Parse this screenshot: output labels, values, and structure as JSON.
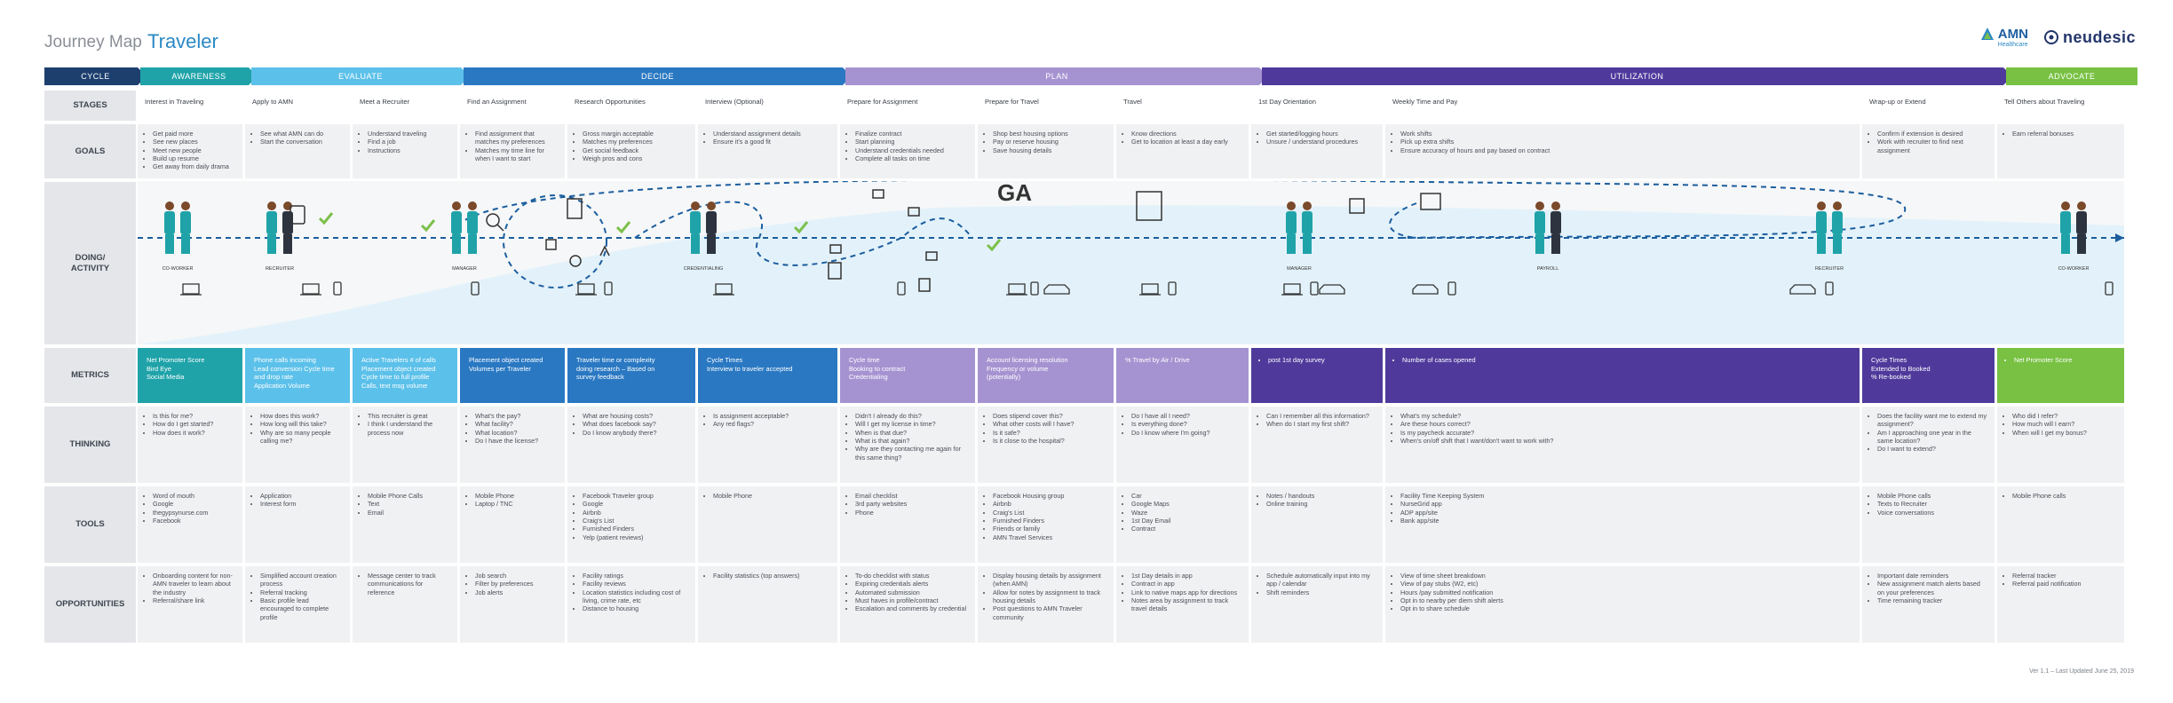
{
  "header": {
    "subtitle": "Journey Map",
    "title": "Traveler",
    "logo_amn": "AMN",
    "logo_amn_sub": "Healthcare",
    "logo_neudesic": "neudesic"
  },
  "stage_bar": {
    "cycle_label": "CYCLE",
    "segments": [
      {
        "label": "AWARENESS",
        "color": "#1fa3a9"
      },
      {
        "label": "EVALUATE",
        "color": "#5cc1ea"
      },
      {
        "label": "DECIDE",
        "color": "#2a78c2"
      },
      {
        "label": "PLAN",
        "color": "#a593d1"
      },
      {
        "label": "UTILIZATION",
        "color": "#4f3a9c"
      },
      {
        "label": "ADVOCATE",
        "color": "#78c143"
      }
    ]
  },
  "row_labels": {
    "stages": "STAGES",
    "goals": "GOALS",
    "doing": "DOING/\nACTIVITY",
    "metrics": "METRICS",
    "thinking": "THINKING",
    "tools": "TOOLS",
    "opportunities": "OPPORTUNITIES"
  },
  "columns": [
    {
      "stage": "Interest in Traveling",
      "goals": [
        "Get paid more",
        "See new places",
        "Meet new people",
        "Build up resume",
        "Get away from daily drama"
      ],
      "metrics": [
        "Net Promoter Score",
        "Bird Eye",
        "Social Media"
      ],
      "thinking": [
        "Is this for me?",
        "How do I get started?",
        "How does it work?"
      ],
      "tools": [
        "Word of mouth",
        "Google",
        "thegypsynurse.com",
        "Facebook"
      ],
      "opportunities": [
        "Onboarding content for non-AMN traveler to learn about the industry",
        "Referral/share link"
      ]
    },
    {
      "stage": "Apply to AMN",
      "goals": [
        "See what AMN can do",
        "Start the conversation"
      ],
      "metrics": [
        "Phone calls incoming",
        "Lead conversion Cycle time",
        "and drop rate",
        "Application Volume"
      ],
      "thinking": [
        "How does this work?",
        "How long will this take?",
        "Why are so many people calling me?"
      ],
      "tools": [
        "Application",
        "Interest form"
      ],
      "opportunities": [
        "Simplified account creation process",
        "Referral tracking",
        "Basic profile lead encouraged to complete profile"
      ]
    },
    {
      "stage": "Meet a Recruiter",
      "goals": [
        "Understand traveling",
        "Find a job",
        "Instructions"
      ],
      "metrics": [
        "Active Travelers # of calls",
        "Placement object created",
        "Cycle time to full profile",
        "Calls, text msg volume"
      ],
      "thinking": [
        "This recruiter is great",
        "I think I understand the process now"
      ],
      "tools": [
        "Mobile Phone Calls",
        "Text",
        "Email"
      ],
      "opportunities": [
        "Message center to track communications for reference"
      ]
    },
    {
      "stage": "Find an Assignment",
      "goals": [
        "Find assignment that matches my preferences",
        "Matches my time line for when I want to start"
      ],
      "metrics": [
        "Placement object created",
        "Volumes per Traveler"
      ],
      "thinking": [
        "What's the pay?",
        "What facility?",
        "What location?",
        "Do I have the license?"
      ],
      "tools": [
        "Mobile Phone",
        "Laptop / TNC"
      ],
      "opportunities": [
        "Job search",
        "Filter by preferences",
        "Job alerts"
      ]
    },
    {
      "stage": "Research Opportunities",
      "goals": [
        "Gross margin acceptable",
        "Matches my preferences",
        "Get social feedback",
        "Weigh pros and cons"
      ],
      "metrics": [
        "Traveler time or complexity",
        "doing research – Based on",
        "survey feedback"
      ],
      "thinking": [
        "What are housing costs?",
        "What does facebook say?",
        "Do I know anybody there?"
      ],
      "tools": [
        "Facebook Traveler group",
        "Google",
        "Airbnb",
        "Craig's List",
        "Furnished Finders",
        "Yelp (patient reviews)"
      ],
      "opportunities": [
        "Facility ratings",
        "Facility reviews",
        "Location statistics including cost of living, crime rate, etc",
        "Distance to housing"
      ]
    },
    {
      "stage": "Interview (Optional)",
      "goals": [
        "Understand assignment details",
        "Ensure it's a good fit"
      ],
      "metrics": [
        "Cycle Times",
        "Interview to traveler accepted"
      ],
      "thinking": [
        "Is assignment acceptable?",
        "Any red flags?"
      ],
      "tools": [
        "Mobile Phone"
      ],
      "opportunities": [
        "Facility statistics (top answers)"
      ]
    },
    {
      "stage": "Prepare for Assignment",
      "goals": [
        "Finalize contract",
        "Start planning",
        "Understand credentials needed",
        "Complete all tasks on time"
      ],
      "metrics": [
        "Cycle time",
        "Booking to contract",
        "Credentialing"
      ],
      "thinking": [
        "Didn't I already do this?",
        "Will I get my license in time?",
        "When is that due?",
        "What is that again?",
        "Why are they contacting me again for this same thing?"
      ],
      "tools": [
        "Email checklist",
        "3rd party websites",
        "Phone"
      ],
      "opportunities": [
        "To-do checklist with status",
        "Expiring credentials alerts",
        "Automated submission",
        "Must haves in profile/contract",
        "Escalation and comments by credential"
      ]
    },
    {
      "stage": "Prepare for Travel",
      "goals": [
        "Shop best housing options",
        "Pay or reserve housing",
        "Save housing details"
      ],
      "metrics": [
        "Account licensing resolution",
        "Frequency or volume",
        "(potentially)"
      ],
      "thinking": [
        "Does stipend cover this?",
        "What other costs will I have?",
        "Is it safe?",
        "Is it close to the hospital?"
      ],
      "tools": [
        "Facebook Housing group",
        "Airbnb",
        "Craig's List",
        "Furnished Finders",
        "Friends or family",
        "AMN Travel Services"
      ],
      "opportunities": [
        "Display housing details by assignment (when AMN)",
        "Allow for notes by assignment to track housing details",
        "Post questions to AMN Traveler community"
      ]
    },
    {
      "stage": "Travel",
      "goals": [
        "Know directions",
        "Get to location at least a day early"
      ],
      "metrics": [
        "% Travel by Air / Drive"
      ],
      "thinking": [
        "Do I have all I need?",
        "Is everything done?",
        "Do I know where I'm going?"
      ],
      "tools": [
        "Car",
        "Google Maps",
        "Waze",
        "1st Day Email",
        "Contract"
      ],
      "opportunities": [
        "1st Day details in app",
        "Contract in app",
        "Link to native maps app for directions",
        "Notes area by assignment to track travel details"
      ]
    },
    {
      "stage": "1st Day Orientation",
      "goals": [
        "Get started/logging hours",
        "Unsure / understand procedures"
      ],
      "metrics": [
        "post 1st day survey"
      ],
      "thinking": [
        "Can I remember all this information?",
        "When do I start my first shift?"
      ],
      "tools": [
        "Notes / handouts",
        "Online training"
      ],
      "opportunities": [
        "Schedule automatically input into my app / calendar",
        "Shift reminders"
      ]
    },
    {
      "stage": "Weekly Time and Pay",
      "goals": [
        "Work shifts",
        "Pick up extra shifts",
        "Ensure accuracy of hours and pay based on contract"
      ],
      "metrics": [
        "Number of cases opened"
      ],
      "thinking": [
        "What's my schedule?",
        "Are these hours correct?",
        "Is my paycheck accurate?",
        "When's on/off shift that I want/don't want to work with?"
      ],
      "tools": [
        "Facility Time Keeping System",
        "NurseGrid app",
        "ADP app/site",
        "Bank app/site"
      ],
      "opportunities": [
        "View of time sheet breakdown",
        "View of pay stubs (W2, etc)",
        "Hours /pay submitted notification",
        "Opt in to nearby per diem shift alerts",
        "Opt in to share schedule"
      ]
    },
    {
      "stage": "Wrap-up or Extend",
      "goals": [
        "Confirm if extension is desired",
        "Work with recruiter to find next assignment"
      ],
      "metrics": [
        "Cycle Times",
        "Extended to Booked",
        "% Re-booked"
      ],
      "thinking": [
        "Does the facility want me to extend my assignment?",
        "Am I approaching one year in the same location?",
        "Do I want to extend?"
      ],
      "tools": [
        "Mobile Phone calls",
        "Texts to Recruiter",
        "Voice conversations"
      ],
      "opportunities": [
        "Important date reminders",
        "New assignment match alerts based on your preferences",
        "Time remaining tracker"
      ]
    },
    {
      "stage": "Tell Others about Traveling",
      "goals": [
        "Earn referral bonuses"
      ],
      "metrics": [
        "Net Promoter Score"
      ],
      "thinking": [
        "Who did I refer?",
        "How much will I earn?",
        "When will I get my bonus?"
      ],
      "tools": [
        "Mobile Phone calls"
      ],
      "opportunities": [
        "Referral tracker",
        "Referral paid notification"
      ]
    }
  ],
  "doing_labels": [
    "CO-WORKER",
    "RECRUITER",
    "MANAGER",
    "CREDENTIALING",
    "MANAGER",
    "PAYROLL",
    "RECRUITER",
    "CO-WORKER"
  ],
  "footer": "Ver 1.1 – Last Updated June 25, 2019"
}
